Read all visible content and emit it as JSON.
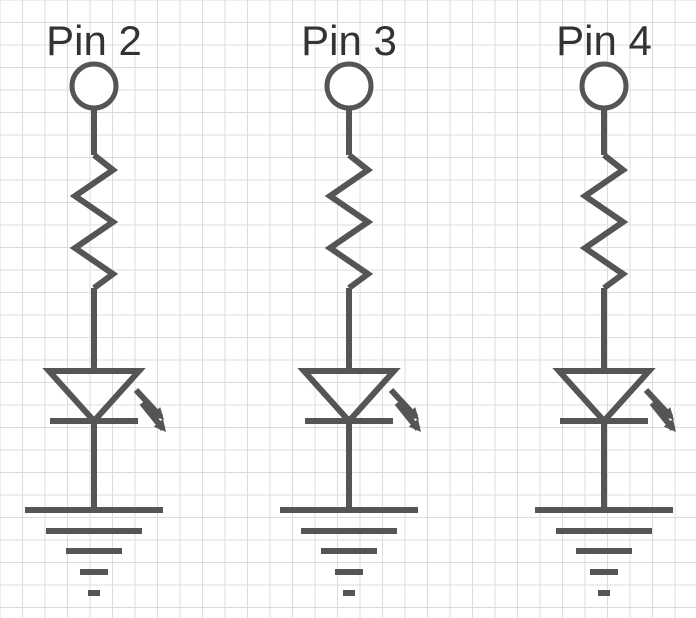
{
  "diagram": {
    "type": "led-circuit-schematic",
    "colors": {
      "stroke": "#555555",
      "text": "#333333",
      "grid": "#dcdcdc",
      "background": "#ffffff"
    },
    "circuits": [
      {
        "pin_label": "Pin 2",
        "components": [
          "pin-terminal",
          "resistor",
          "led",
          "ground"
        ]
      },
      {
        "pin_label": "Pin 3",
        "components": [
          "pin-terminal",
          "resistor",
          "led",
          "ground"
        ]
      },
      {
        "pin_label": "Pin 4",
        "components": [
          "pin-terminal",
          "resistor",
          "led",
          "ground"
        ]
      }
    ]
  }
}
